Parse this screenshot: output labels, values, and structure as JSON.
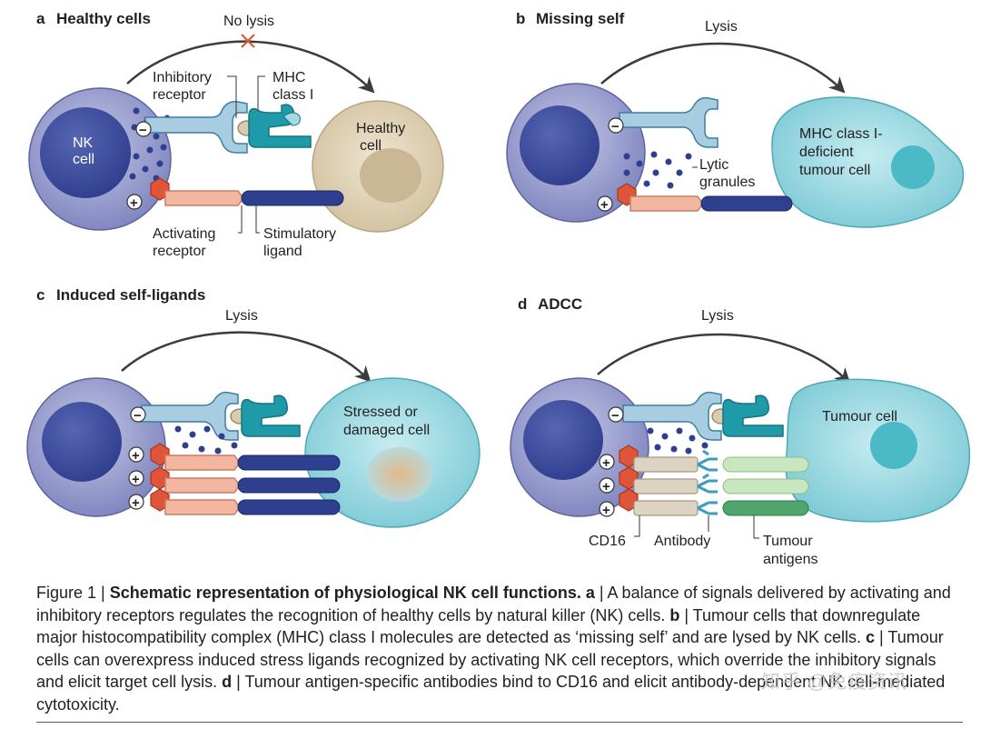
{
  "panels": {
    "a": {
      "letter": "a",
      "title": "Healthy cells",
      "outcome": "No lysis",
      "nk_line1": "NK",
      "nk_line2": "cell",
      "inhibitory_line1": "Inhibitory",
      "inhibitory_line2": "receptor",
      "mhc_line1": "MHC",
      "mhc_line2": "class I",
      "target_line1": "Healthy",
      "target_line2": "cell",
      "activating_line1": "Activating",
      "activating_line2": "receptor",
      "ligand_line1": "Stimulatory",
      "ligand_line2": "ligand"
    },
    "b": {
      "letter": "b",
      "title": "Missing self",
      "outcome": "Lysis",
      "target_line1": "MHC class I-",
      "target_line2": "deficient",
      "target_line3": "tumour cell",
      "granules_line1": "Lytic",
      "granules_line2": "granules"
    },
    "c": {
      "letter": "c",
      "title": "Induced self-ligands",
      "outcome": "Lysis",
      "target_line1": "Stressed or",
      "target_line2": "damaged cell"
    },
    "d": {
      "letter": "d",
      "title": "ADCC",
      "outcome": "Lysis",
      "target_line1": "Tumour cell",
      "cd16": "CD16",
      "antibody": "Antibody",
      "antigens_line1": "Tumour",
      "antigens_line2": "antigens"
    }
  },
  "signs": {
    "minus": "−",
    "plus": "+"
  },
  "caption": {
    "prefix": "Figure 1 | ",
    "title": "Schematic representation of physiological NK cell functions.",
    "a_letter": "a",
    "a_text": " | A balance of signals delivered by activating and inhibitory receptors regulates the recognition of healthy cells by natural killer (NK) cells. ",
    "b_letter": "b",
    "b_text": " | Tumour cells that downregulate major histocompatibility complex (MHC) class I molecules are detected as ‘missing self’ and are lysed by NK cells. ",
    "c_letter": "c",
    "c_text": " | Tumour cells can overexpress induced stress ligands recognized by activating NK cell receptors, which override the inhibitory signals and elicit target cell lysis. ",
    "d_letter": "d",
    "d_text": " | Tumour antigen-specific antibodies bind to CD16 and elicit antibody-dependent NK cell-mediated cytotoxicity."
  },
  "watermark": "知乎 @免疫资讯",
  "colors": {
    "nk": "#8a90c4",
    "nk_nucleus": "#3c4c9e",
    "granule": "#2f3f8f",
    "healthy": "#d9cbb0",
    "healthy_nucleus": "#c6b48e",
    "tumour": "#8ed3dc",
    "tumour_nucleus": "#4cb9c6",
    "stressed_nucleus": "#d8b98e",
    "inhibitory": "#a9cde0",
    "mhc": "#1f9aa8",
    "activating": "#f3b7a1",
    "hexagon": "#e0553a",
    "ligand": "#2e3f8f",
    "cd16": "#ddd3c2",
    "antibody": "#3a9cc0",
    "antigen_light": "#c8e6c0",
    "antigen": "#4fa56b"
  }
}
